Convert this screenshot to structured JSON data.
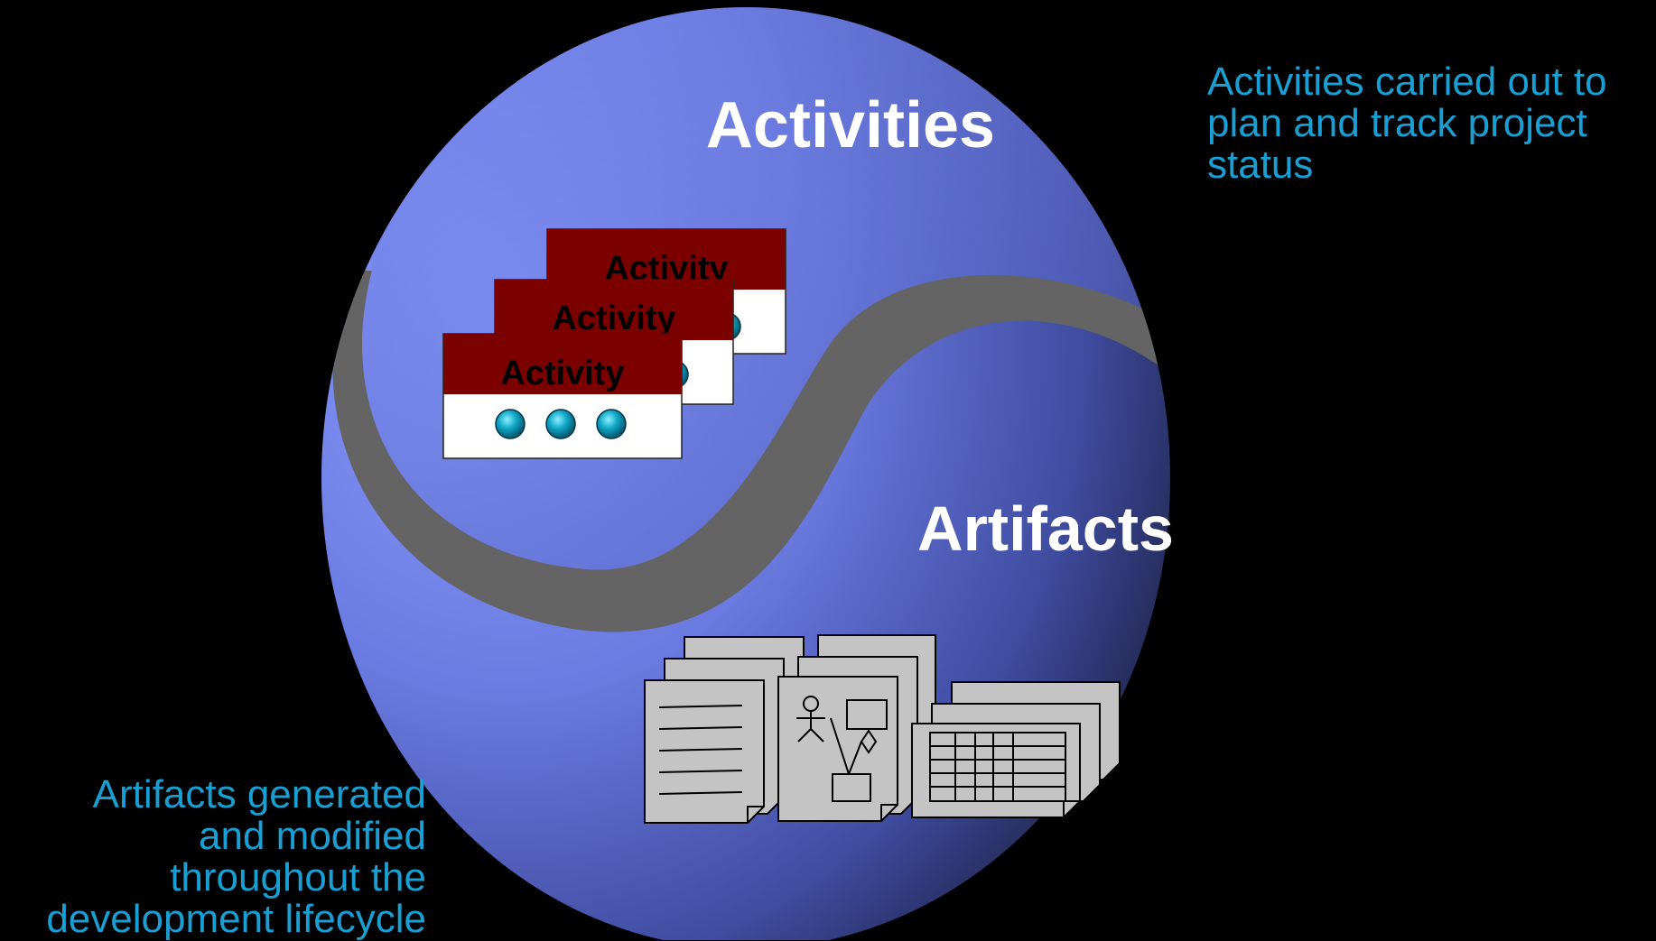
{
  "title_activities": "Activities",
  "title_artifacts": "Artifacts",
  "activity_card_label": "Activity",
  "caption_activities": [
    "Activities carried out to",
    "plan and track project",
    "status"
  ],
  "caption_artifacts": [
    "Artifacts generated",
    "and modified",
    "throughout the",
    "development lifecycle"
  ],
  "colors": {
    "background": "#000000",
    "sphere_light": "#7b8cf2",
    "sphere_dark": "#2a3160",
    "divider_band": "#646464",
    "activity_header": "#7b0000",
    "caption_text": "#1a9fd3",
    "dot": "#12a9c9"
  },
  "icons": [
    "activity-card-icon",
    "text-document-icon",
    "diagram-document-icon",
    "spreadsheet-document-icon"
  ]
}
